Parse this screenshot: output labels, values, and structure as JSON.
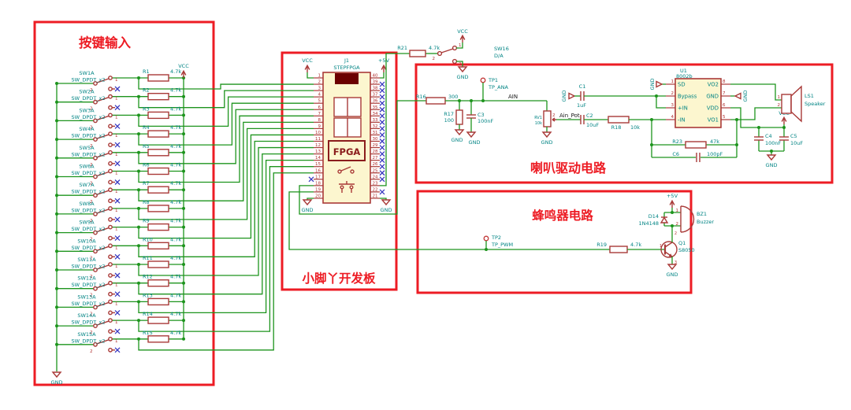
{
  "boxes": {
    "keys_title": "按键输入",
    "fpga_title": "小脚丫开发板",
    "speaker_title": "喇叭驱动电路",
    "buzzer_title": "蜂鸣器电路"
  },
  "key_input": {
    "vcc": "VCC",
    "gnd": "GND",
    "pin1": "1",
    "pin2": "2",
    "rows": [
      {
        "sw": "SW1A",
        "type": "SW_DPDT_x2",
        "r": "R1",
        "rv": "4.7k"
      },
      {
        "sw": "SW2A",
        "type": "SW_DPDT_x2",
        "r": "R2",
        "rv": "4.7k"
      },
      {
        "sw": "SW3A",
        "type": "SW_DPDT_x2",
        "r": "R3",
        "rv": "4.7k"
      },
      {
        "sw": "SW4A",
        "type": "SW_DPDT_x2",
        "r": "R4",
        "rv": "4.7k"
      },
      {
        "sw": "SW5A",
        "type": "SW_DPDT_x2",
        "r": "R5",
        "rv": "4.7k"
      },
      {
        "sw": "SW6A",
        "type": "SW_DPDT_x2",
        "r": "R6",
        "rv": "4.7k"
      },
      {
        "sw": "SW7A",
        "type": "SW_DPDT_x2",
        "r": "R7",
        "rv": "4.7k"
      },
      {
        "sw": "SW8A",
        "type": "SW_DPDT_x2",
        "r": "R8",
        "rv": "4.7k"
      },
      {
        "sw": "SW9A",
        "type": "SW_DPDT_x2",
        "r": "R9",
        "rv": "4.7k"
      },
      {
        "sw": "SW10A",
        "type": "SW_DPDT_x2",
        "r": "R10",
        "rv": "4.7k"
      },
      {
        "sw": "SW11A",
        "type": "SW_DPDT_x2",
        "r": "R11",
        "rv": "4.7k"
      },
      {
        "sw": "SW12A",
        "type": "SW_DPDT_x2",
        "r": "R12",
        "rv": "4.7k"
      },
      {
        "sw": "SW13A",
        "type": "SW_DPDT_x2",
        "r": "R13",
        "rv": "4.7k"
      },
      {
        "sw": "SW14A",
        "type": "SW_DPDT_x2",
        "r": "R14",
        "rv": "4.7k"
      },
      {
        "sw": "SW15A",
        "type": "SW_DPDT_x2",
        "r": "R15",
        "rv": "4.7k"
      }
    ]
  },
  "connector": {
    "ref": "J1",
    "value": "STEPFPGA",
    "fpga_text": "FPGA",
    "vcc": "VCC",
    "p5v": "+5V",
    "gnd": "GND",
    "left_pins": [
      "1",
      "2",
      "3",
      "4",
      "5",
      "6",
      "7",
      "8",
      "9",
      "10",
      "11",
      "12",
      "13",
      "14",
      "15",
      "16",
      "17",
      "18",
      "19",
      "20"
    ],
    "right_pins": [
      "40",
      "39",
      "38",
      "37",
      "36",
      "35",
      "34",
      "33",
      "32",
      "31",
      "30",
      "29",
      "28",
      "27",
      "26",
      "25",
      "24",
      "23",
      "22",
      "21"
    ],
    "nc_left": [
      17
    ],
    "nc_right": [
      39,
      38,
      37,
      36,
      35,
      34,
      33,
      32,
      31,
      30,
      29,
      28,
      27,
      26,
      25,
      24,
      22
    ]
  },
  "da": {
    "r21": "R21",
    "r21v": "4.7k",
    "sw": "SW16",
    "swv": "D/A",
    "vcc": "VCC",
    "gnd": "GND",
    "p1": "1",
    "p2": "2",
    "p3": "3"
  },
  "spk": {
    "r16": "R16",
    "r16v": "300",
    "tp1": "TP1",
    "tp1v": "TP_ANA",
    "net_ain": "AIN",
    "r17": "R17",
    "r17v": "100",
    "c3": "C3",
    "c3v": "100nF",
    "rv1": "RV1",
    "rv1v": "10k",
    "rv1p": "2",
    "net_ain_pot": "Ain_Pot",
    "c2": "C2",
    "c2v": "10uF",
    "r18": "R18",
    "r18v": "10k",
    "c1": "C1",
    "c1v": "1uF",
    "u1": "U1",
    "u1v": "8002b",
    "u1_pins_left": [
      {
        "num": "1",
        "name": "SD"
      },
      {
        "num": "2",
        "name": "Bypass"
      },
      {
        "num": "3",
        "name": "+IN"
      },
      {
        "num": "4",
        "name": "-IN"
      }
    ],
    "u1_pins_right": [
      {
        "num": "8",
        "name": "VO2"
      },
      {
        "num": "7",
        "name": "GND"
      },
      {
        "num": "6",
        "name": "VDD"
      },
      {
        "num": "5",
        "name": "VO1"
      }
    ],
    "r23": "R23",
    "r23v": "47k",
    "c6": "C6",
    "c6v": "100pF",
    "ls1": "LS1",
    "ls1v": "Speaker",
    "ls1p1": "1",
    "ls1p2": "2",
    "c4": "C4",
    "c4v": "100nF",
    "c5": "C5",
    "c5v": "10uF",
    "vcc": "VCC",
    "gnd": "GND"
  },
  "buz": {
    "tp2": "TP2",
    "tp2v": "TP_PWM",
    "r19": "R19",
    "r19v": "4.7k",
    "q1": "Q1",
    "q1v": "S8050",
    "q1p1": "1",
    "q1p2": "2",
    "q1p3": "3",
    "d14": "D14",
    "d14v": "1N4148",
    "bz1": "BZ1",
    "bz1v": "Buzzer",
    "bzp1": "1",
    "bzp2": "2",
    "p5v": "+5V",
    "gnd": "GND"
  }
}
